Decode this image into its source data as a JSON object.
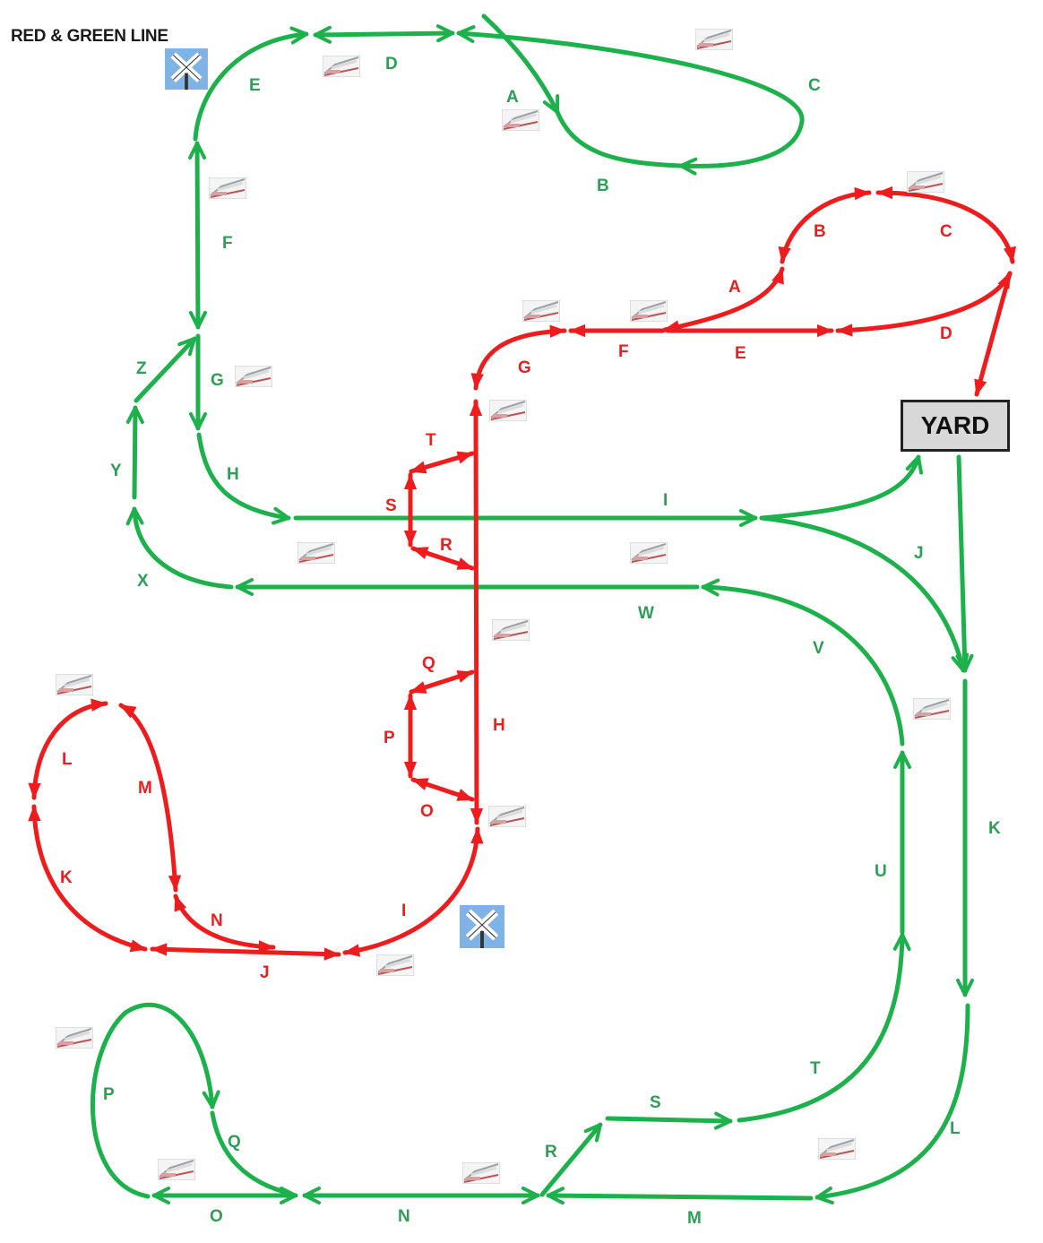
{
  "title": "RED & GREEN LINE",
  "yard_label": "YARD",
  "colors": {
    "green": "#1db14b",
    "red": "#ee1c1c",
    "green_text": "#2e9e57",
    "red_text": "#e82020"
  },
  "icons": {
    "station": "station-photo-icon",
    "crossing": "railroad-crossing-icon"
  },
  "crossing_text": "RAILROAD CROSSING",
  "green_line": {
    "name": "GREEN LINE",
    "sections": [
      "A",
      "B",
      "C",
      "D",
      "E",
      "F",
      "G",
      "H",
      "I",
      "J",
      "K",
      "L",
      "M",
      "N",
      "O",
      "P",
      "Q",
      "R",
      "S",
      "T",
      "U",
      "V",
      "W",
      "X",
      "Y",
      "Z"
    ]
  },
  "red_line": {
    "name": "RED LINE",
    "sections": [
      "A",
      "B",
      "C",
      "D",
      "E",
      "F",
      "G",
      "H",
      "I",
      "J",
      "K",
      "L",
      "M",
      "N",
      "O",
      "P",
      "Q",
      "R",
      "S",
      "T"
    ]
  }
}
